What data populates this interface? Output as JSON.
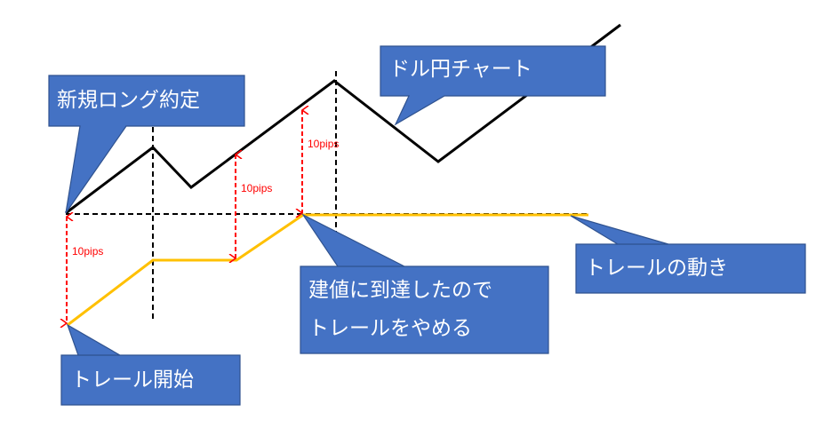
{
  "callouts": {
    "new_long": "新規ロング約定",
    "usdjpy_chart": "ドル円チャート",
    "stop_trail_line1": "建値に到達したので",
    "stop_trail_line2": "トレールをやめる",
    "trail_movement": "トレールの動き",
    "trail_start": "トレール開始"
  },
  "distances": [
    "10pips",
    "10pips",
    "10pips"
  ],
  "colors": {
    "callout_fill": "#4472C4",
    "callout_border": "#2F528F",
    "price_line": "#000000",
    "trail_line": "#FFC000",
    "arrow": "#FF0000"
  }
}
